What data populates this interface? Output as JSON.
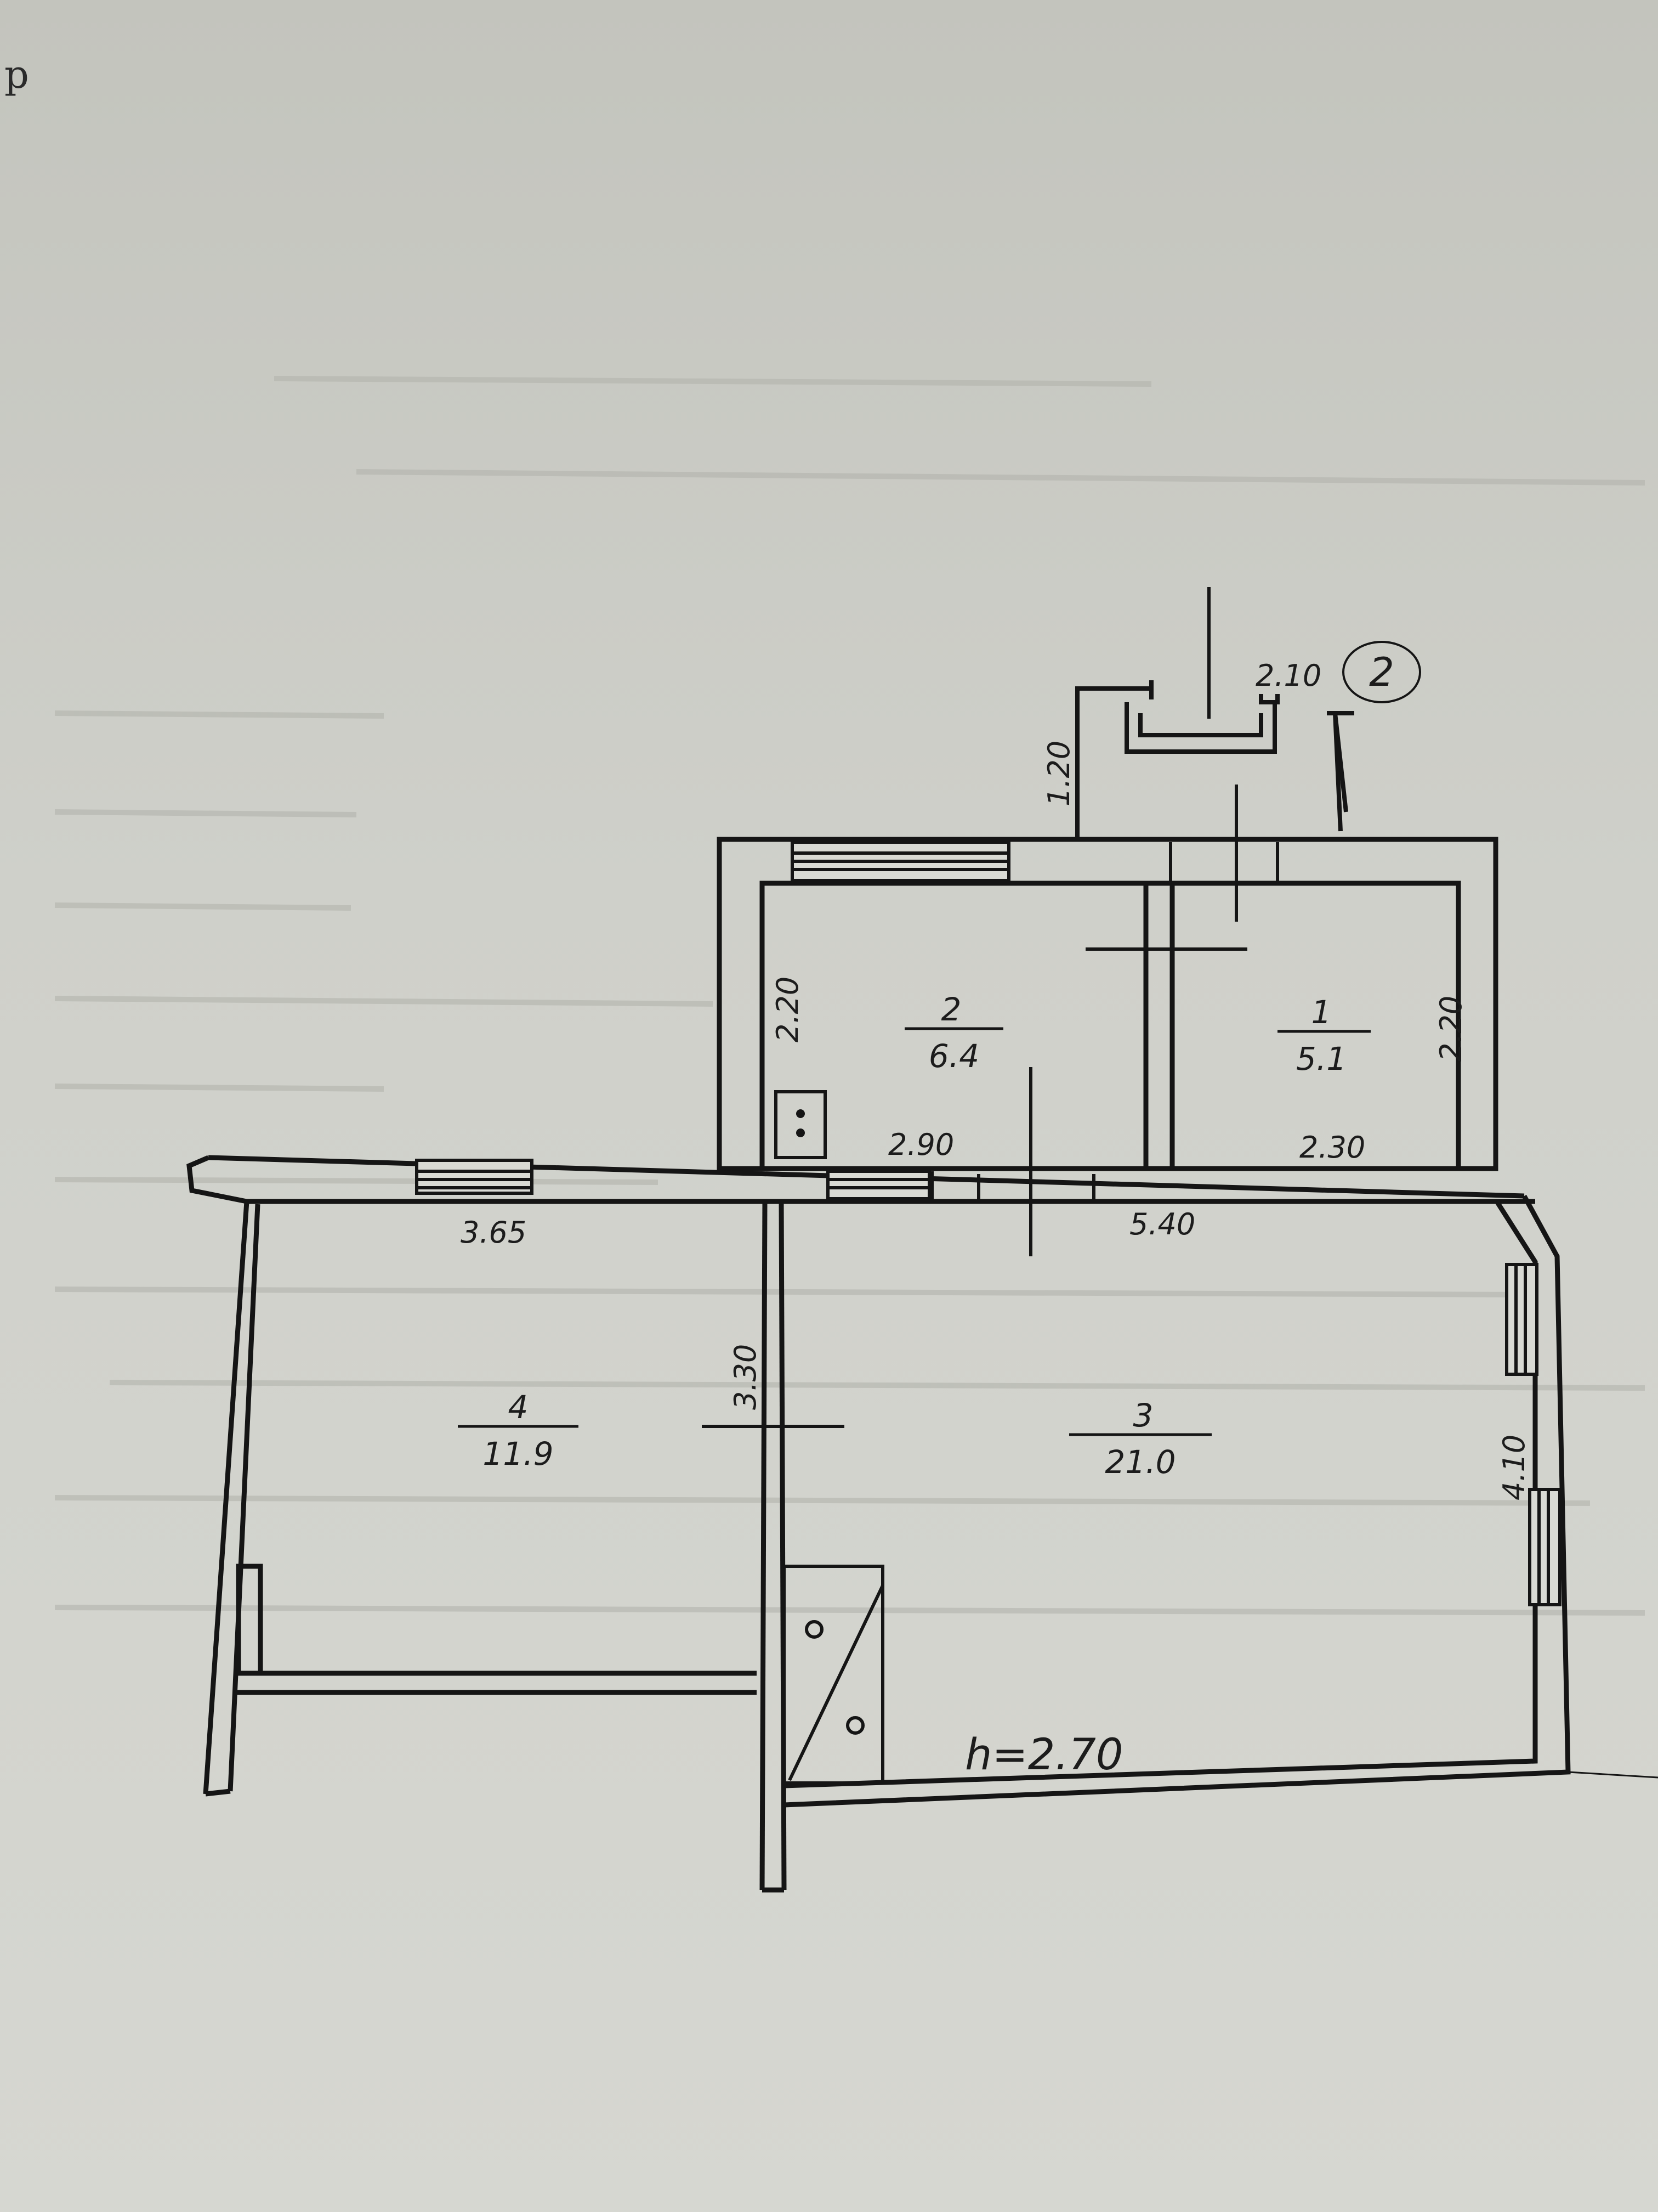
{
  "page": {
    "edge_fragment": "p"
  },
  "plan": {
    "unit_label": "2",
    "ceiling_height": "h=2.70",
    "dimensions": {
      "balcony_width": "2.10",
      "balcony_depth": "1.20",
      "room2_height": "2.20",
      "room2_width": "2.90",
      "room1_height": "2.20",
      "room1_width": "2.30",
      "room4_width": "3.65",
      "room4_height": "3.30",
      "room3_width": "5.40",
      "room3_height": "4.10"
    },
    "rooms": [
      {
        "number": "1",
        "area": "5.1"
      },
      {
        "number": "2",
        "area": "6.4"
      },
      {
        "number": "3",
        "area": "21.0"
      },
      {
        "number": "4",
        "area": "11.9"
      }
    ]
  }
}
